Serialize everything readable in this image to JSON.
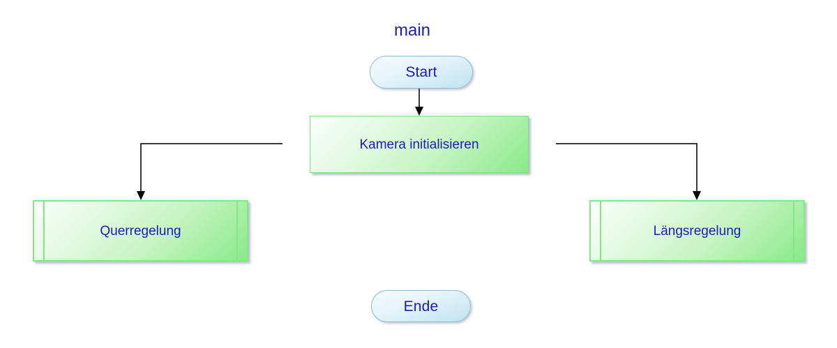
{
  "diagram": {
    "title": "main",
    "type": "flowchart",
    "background_color": "#ffffff",
    "text_color": "#1b1bb5",
    "connector_color": "#3b3b3b",
    "terminator_fill": "#e3f3fb",
    "terminator_border": "#8fbed3",
    "process_fill": "#a8f0a4",
    "process_border": "#7fe07f"
  },
  "nodes": {
    "start": {
      "label": "Start",
      "shape": "terminator"
    },
    "init_camera": {
      "label": "Kamera initialisieren",
      "shape": "process"
    },
    "lateral_control": {
      "label": "Querregelung",
      "shape": "subroutine"
    },
    "longitudinal_control": {
      "label": "Längsregelung",
      "shape": "subroutine"
    },
    "end": {
      "label": "Ende",
      "shape": "terminator"
    }
  },
  "connectors": [
    {
      "name": "start-to-init",
      "from": "start",
      "to": "init_camera",
      "arrow": true
    },
    {
      "name": "init-to-lateral",
      "from": "init_camera",
      "to": "lateral_control",
      "arrow": true
    },
    {
      "name": "init-to-longitudinal",
      "from": "init_camera",
      "to": "longitudinal_control",
      "arrow": true
    }
  ]
}
